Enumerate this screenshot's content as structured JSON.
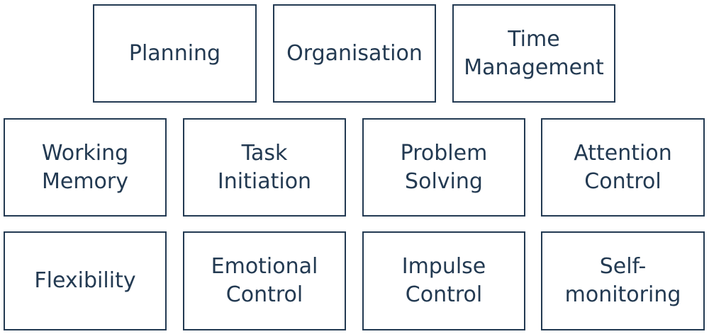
{
  "boxes": {
    "planning": "Planning",
    "organisation": "Organisation",
    "time_management": "Time\nManagement",
    "working_memory": "Working\nMemory",
    "task_initiation": "Task\nInitiation",
    "problem_solving": "Problem\nSolving",
    "attention_control": "Attention\nControl",
    "flexibility": "Flexibility",
    "emotional_control": "Emotional\nControl",
    "impulse_control": "Impulse\nControl",
    "self_monitoring": "Self-\nmonitoring"
  },
  "colors": {
    "border": "#233a52",
    "text": "#233a52",
    "background": "#ffffff"
  }
}
